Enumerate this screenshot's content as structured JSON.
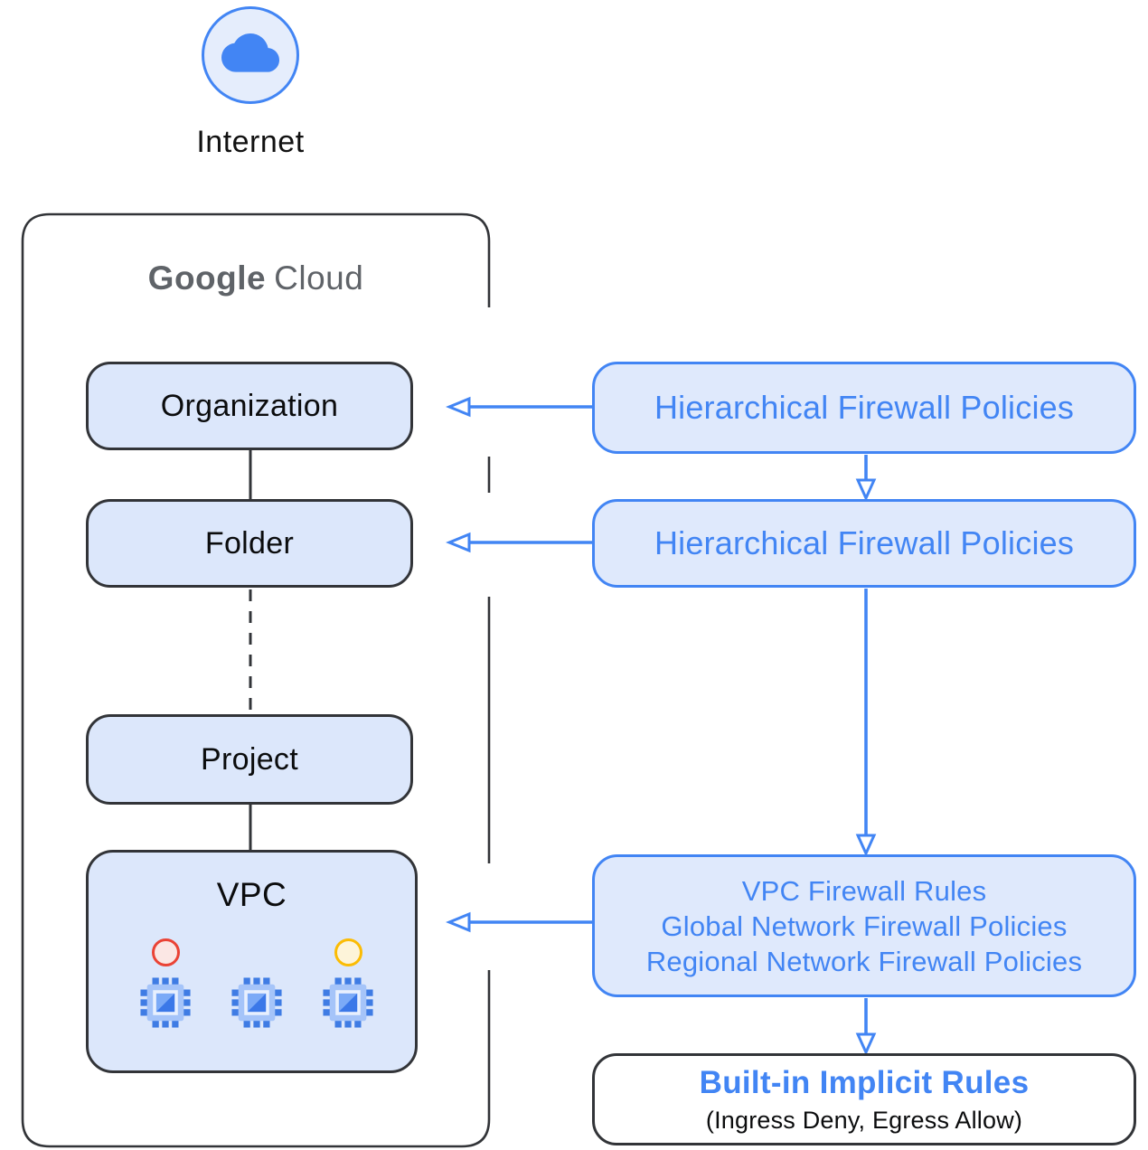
{
  "colors": {
    "blue": "#4285f4",
    "light_blue_fill": "#dce7fb",
    "dark_border": "#323438",
    "gray_text": "#5f6368",
    "red": "#ea4335",
    "red_fill": "#fbe7e4",
    "yellow": "#fbbc04",
    "yellow_fill": "#fdf4d9"
  },
  "internet": {
    "label": "Internet"
  },
  "google_cloud": {
    "logo_word1": "Google",
    "logo_word2": "Cloud"
  },
  "hierarchy": {
    "organization": "Organization",
    "folder": "Folder",
    "project": "Project",
    "vpc": "VPC"
  },
  "policies": {
    "org_policy": "Hierarchical Firewall Policies",
    "folder_policy": "Hierarchical Firewall Policies",
    "vpc_policy_lines": [
      "VPC Firewall Rules",
      "Global Network Firewall Policies",
      "Regional Network Firewall Policies"
    ],
    "implicit_title": "Built-in Implicit Rules",
    "implicit_subtitle": "(Ingress Deny, Egress Allow)"
  },
  "icons": {
    "internet_icon": "cloud-icon",
    "vm_icon": "compute-engine-chip-icon",
    "red_status": "red-status-circle",
    "yellow_status": "yellow-status-circle"
  }
}
